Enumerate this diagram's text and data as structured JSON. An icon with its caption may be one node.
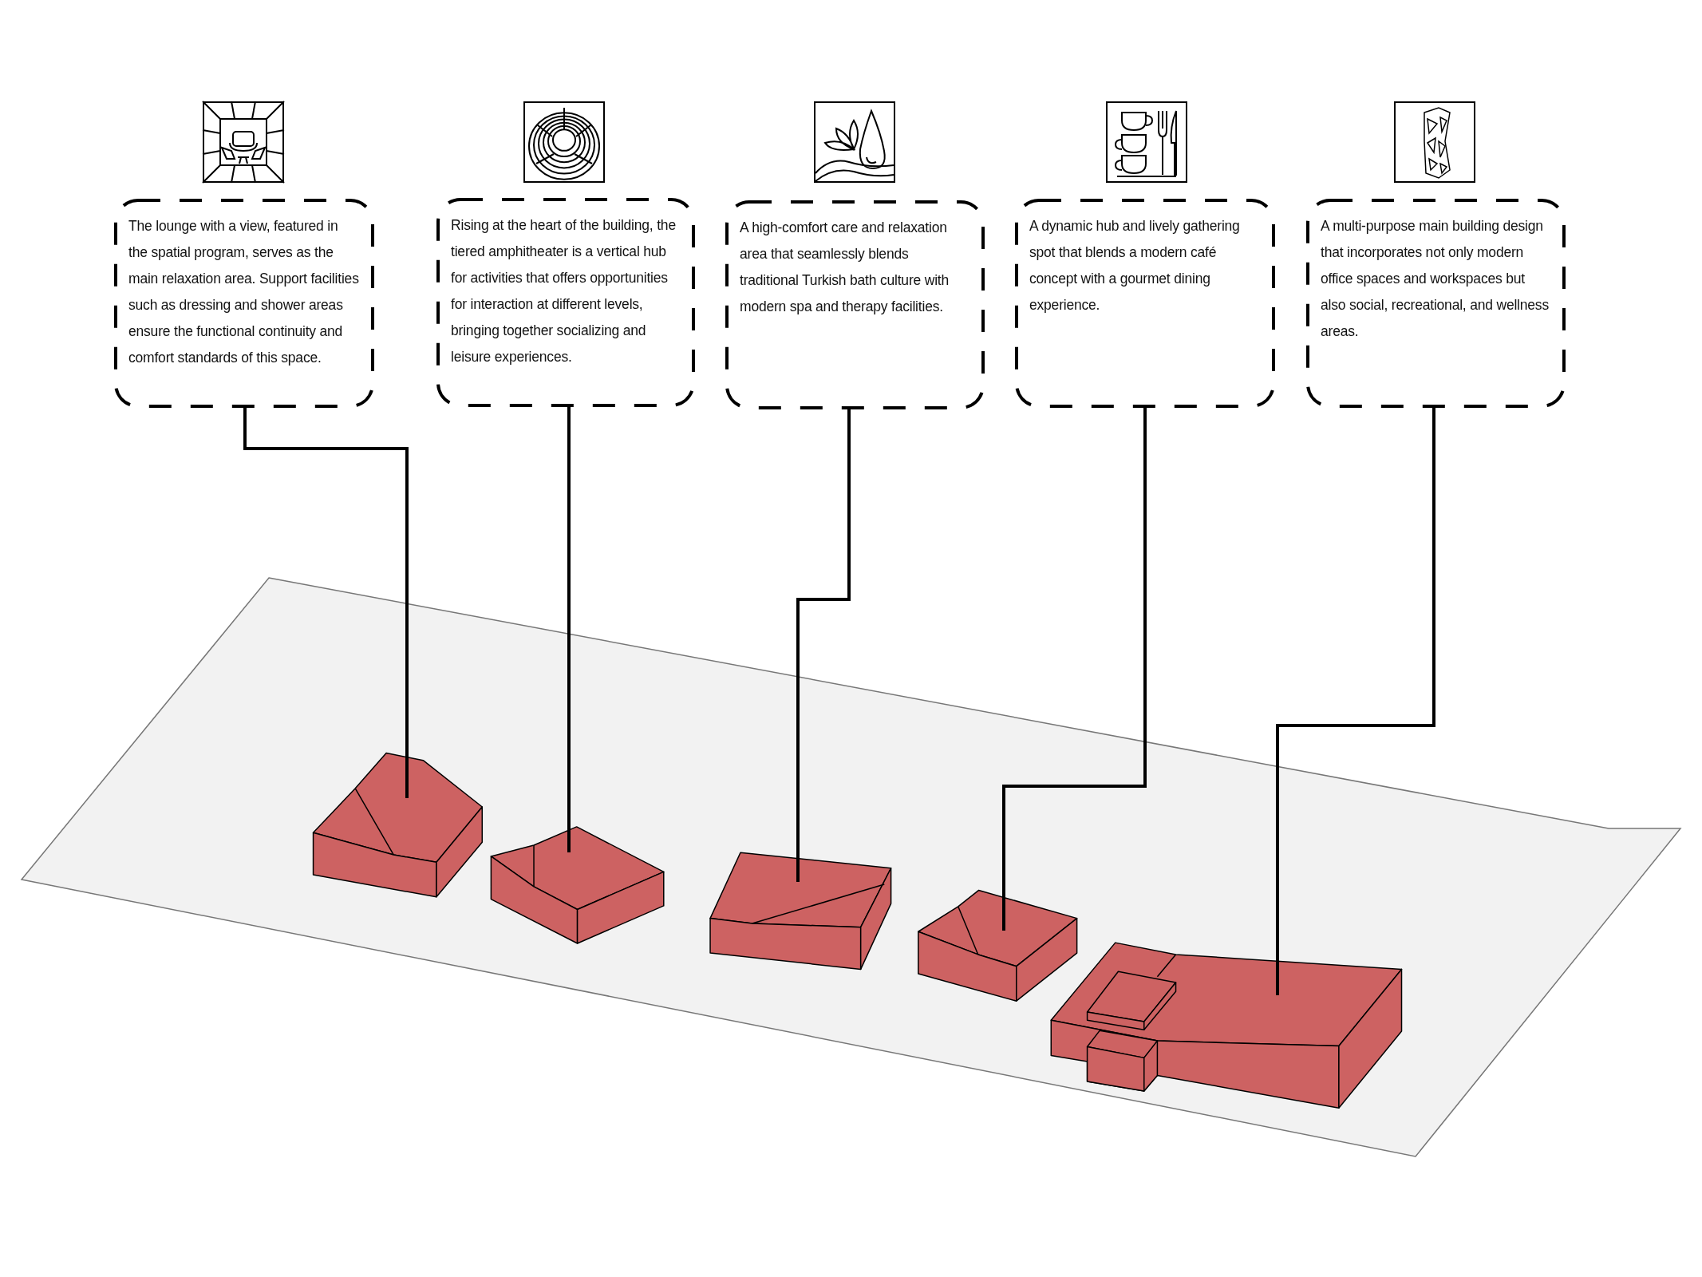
{
  "diagram": {
    "nodes": [
      {
        "text": [
          "The lounge with a view, featured in the spatial program, serves as the main relaxation area. Support facilities such as dressing and shower areas ensure the functional continuity and comfort standards of this space."
        ]
      },
      {
        "text": [
          "Rising at the heart of the building, the tiered amphitheater is a vertical hub for activities that offers opportunities for interaction at different levels, bringing together socializing and leisure experiences."
        ]
      },
      {
        "text": [
          "A high-comfort care and relaxation area that seamlessly blends traditional Turkish bath culture with modern spa and therapy facilities."
        ]
      },
      {
        "text": [
          "A dynamic hub and lively gathering spot that blends a modern café concept with a gourmet dining experience."
        ]
      },
      {
        "text": [
          "A multi-purpose main building design that incorporates not only modern office spaces and workspaces but also social, recreational, and wellness areas."
        ]
      },
      {
        "text": [],
        "shape": "box"
      },
      {
        "text": [],
        "shape": "box"
      },
      {
        "text": [],
        "shape": "box"
      },
      {
        "text": [],
        "shape": "box"
      },
      {
        "text": [],
        "shape": "box"
      }
    ],
    "edges": [
      {
        "from": 0,
        "to": 5,
        "arrow": "none"
      },
      {
        "from": 1,
        "to": 6,
        "arrow": "none"
      },
      {
        "from": 2,
        "to": 7,
        "arrow": "none"
      },
      {
        "from": 3,
        "to": 8,
        "arrow": "none"
      },
      {
        "from": 4,
        "to": 9,
        "arrow": "none"
      }
    ]
  }
}
